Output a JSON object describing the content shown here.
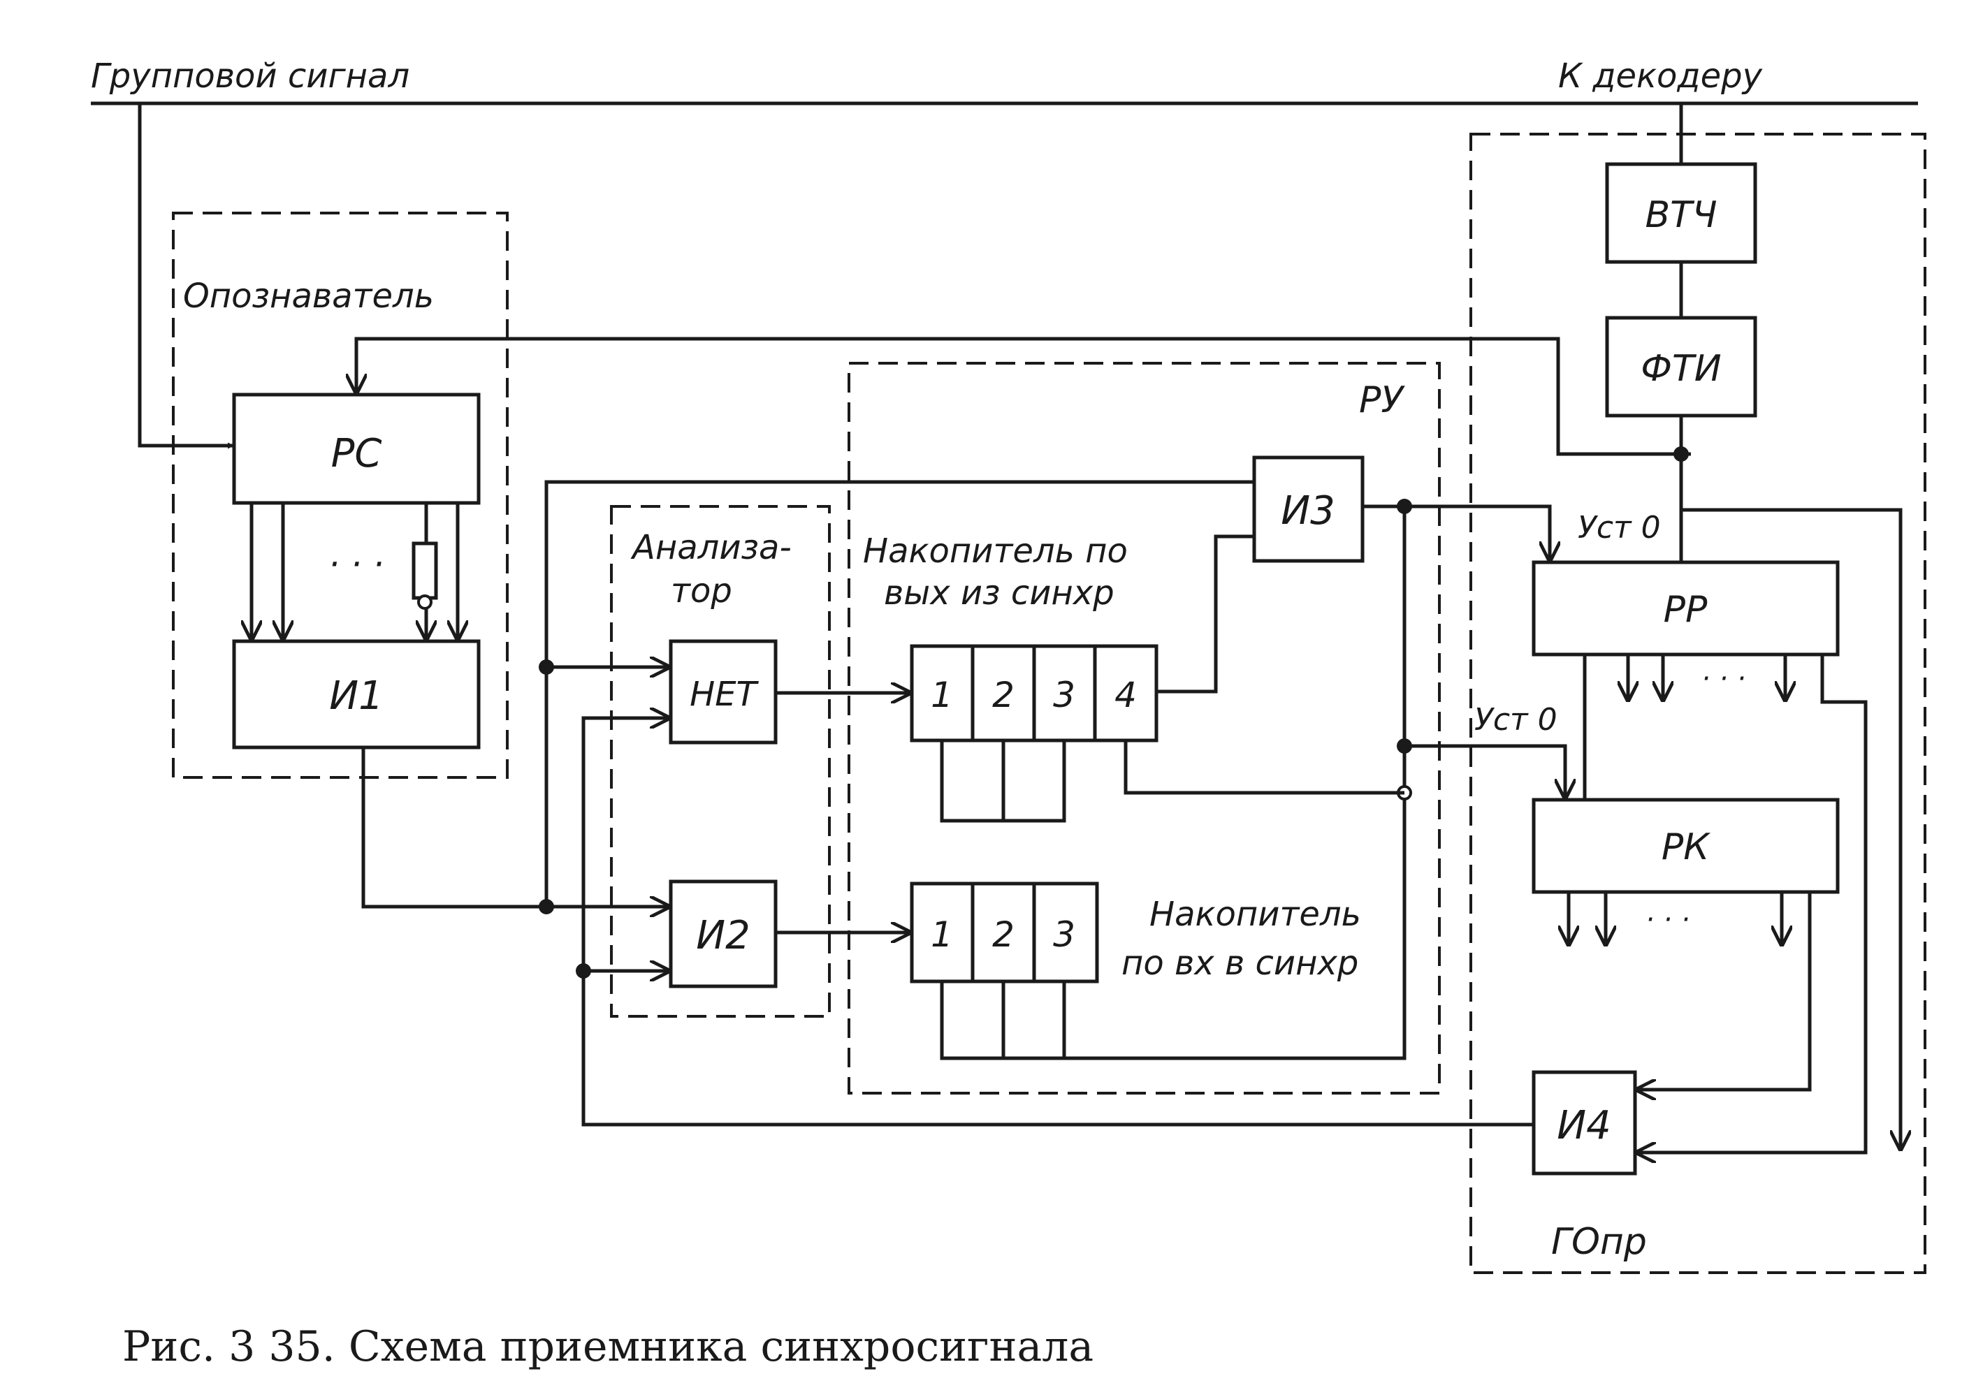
{
  "labels": {
    "group_signal": "Групповой сигнал",
    "to_decoder": "К декодеру",
    "identifier": "Опознаватель",
    "ru": "РУ",
    "analyzer_line1": "Анализа-",
    "analyzer_line2": "тор",
    "accum_out_line1": "Накопитель по",
    "accum_out_line2": "вых из синхр",
    "accum_in_line1": "Накопитель",
    "accum_in_line2": "по вх в синхр",
    "ust0_top": "Уст 0",
    "ust0_mid": "Уст 0",
    "go_pr": "ГОпр"
  },
  "blocks": {
    "rs": "РС",
    "i1": "И1",
    "net": "НЕТ",
    "i2": "И2",
    "i3": "И3",
    "i4": "И4",
    "vtch": "ВТЧ",
    "fti": "ФТИ",
    "rr": "РР",
    "rk": "РК"
  },
  "accum_out_cells": [
    "1",
    "2",
    "3",
    "4"
  ],
  "accum_in_cells": [
    "1",
    "2",
    "3"
  ],
  "ellipsis": "· · ·",
  "caption": "Рис. 3 35. Схема приемника синхросигнала"
}
